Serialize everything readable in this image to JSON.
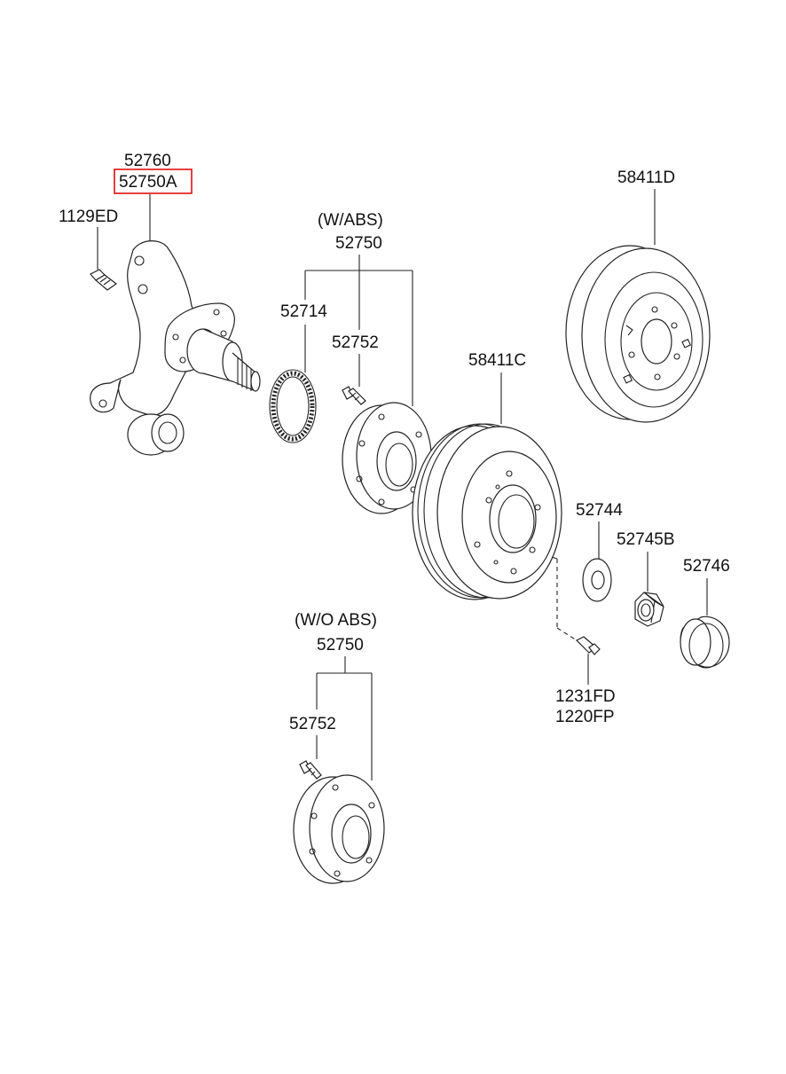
{
  "labels": {
    "knuckle_no1": "52760",
    "knuckle_no2": "52750A",
    "bolt_knuckle": "1129ED",
    "abs_title": "(W/ABS)",
    "abs_hub": "52750",
    "abs_ring": "52714",
    "abs_stud": "52752",
    "drum": "58411C",
    "disc": "58411D",
    "washer": "52744",
    "nut": "52745B",
    "cap": "52746",
    "screw1": "1231FD",
    "screw2": "1220FP",
    "noabs_title": "(W/O ABS)",
    "noabs_hub": "52750",
    "noabs_stud": "52752"
  },
  "colors": {
    "highlight": "#e01010",
    "line": "#222222"
  }
}
